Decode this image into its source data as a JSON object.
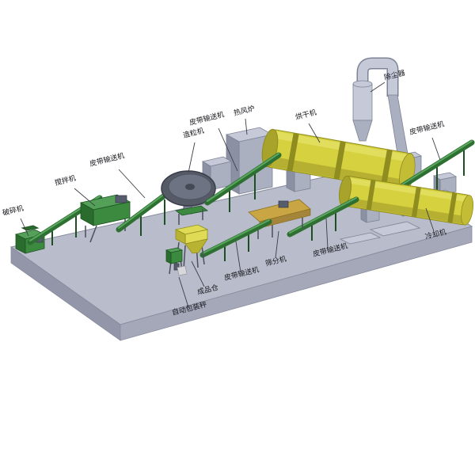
{
  "background": "#ffffff",
  "colors": {
    "platformTop": "#b9bdcb",
    "platformSide": "#9296a8",
    "platformFront": "#a4a8b9",
    "grayBox": "#aab0c0",
    "grayBoxLight": "#c6cad8",
    "grayBoxDark": "#8b90a2",
    "drumYellow": "#d6d13e",
    "drumBand": "#8f8c20",
    "drumEnd": "#c2bd34",
    "conveyorGreen": "#2e6f32",
    "conveyorDark": "#1e4f22",
    "machineGreen": "#3c8a40",
    "screenDeck": "#c9a544",
    "labelText": "#15151a",
    "leaderLine": "#3c3c46"
  },
  "labels": {
    "crusher": "破碎机",
    "mixer": "搅拌机",
    "conveyor_left": "皮带输送机",
    "granulator": "造粒机",
    "conveyor_mid": "皮带输送机",
    "hot_blast_stove": "热风炉",
    "dryer": "烘干机",
    "dust_collector": "除尘器",
    "conveyor_top_right": "皮带输送机",
    "cooler": "冷却机",
    "conveyor_screen": "皮带输送机",
    "screener": "筛分机",
    "conveyor_bottom": "皮带输送机",
    "product_bin": "成品仓",
    "packing_scale": "自动包装秤"
  }
}
